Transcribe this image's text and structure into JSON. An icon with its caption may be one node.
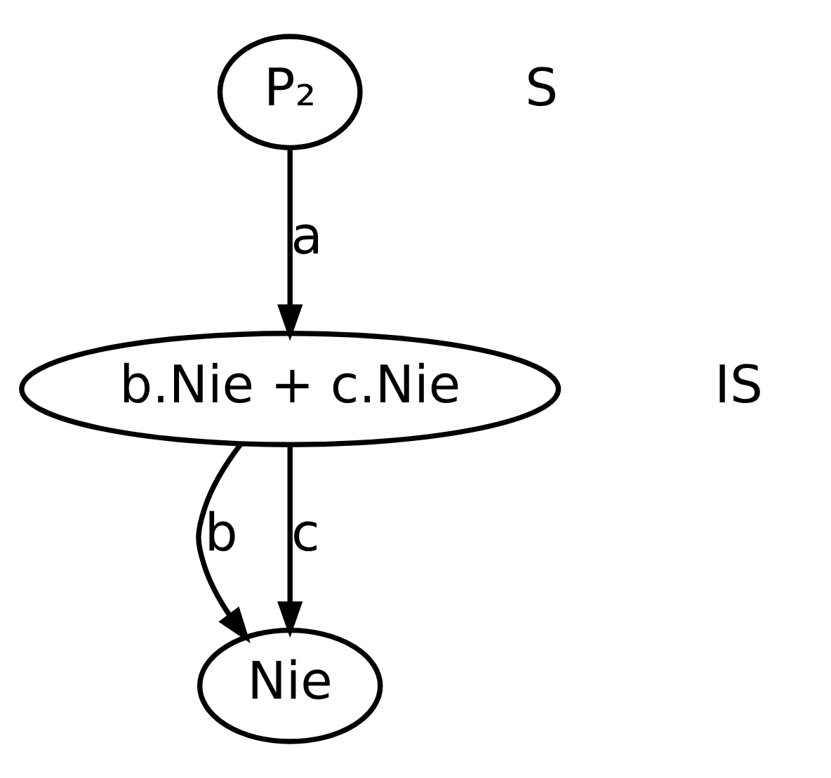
{
  "diagram": {
    "nodes": [
      {
        "text": [
          "P₂"
        ]
      },
      {
        "text": [
          "b.Nie + c.Nie"
        ]
      },
      {
        "text": [
          "Nie"
        ]
      }
    ],
    "edges": [
      {
        "from": 0,
        "to": 1,
        "arrow": "to",
        "label": "a"
      },
      {
        "from": 1,
        "to": 2,
        "arrow": "to",
        "label": "b"
      },
      {
        "from": 1,
        "to": 2,
        "arrow": "to",
        "label": "c"
      }
    ],
    "labels": [
      "S",
      "IS"
    ]
  }
}
